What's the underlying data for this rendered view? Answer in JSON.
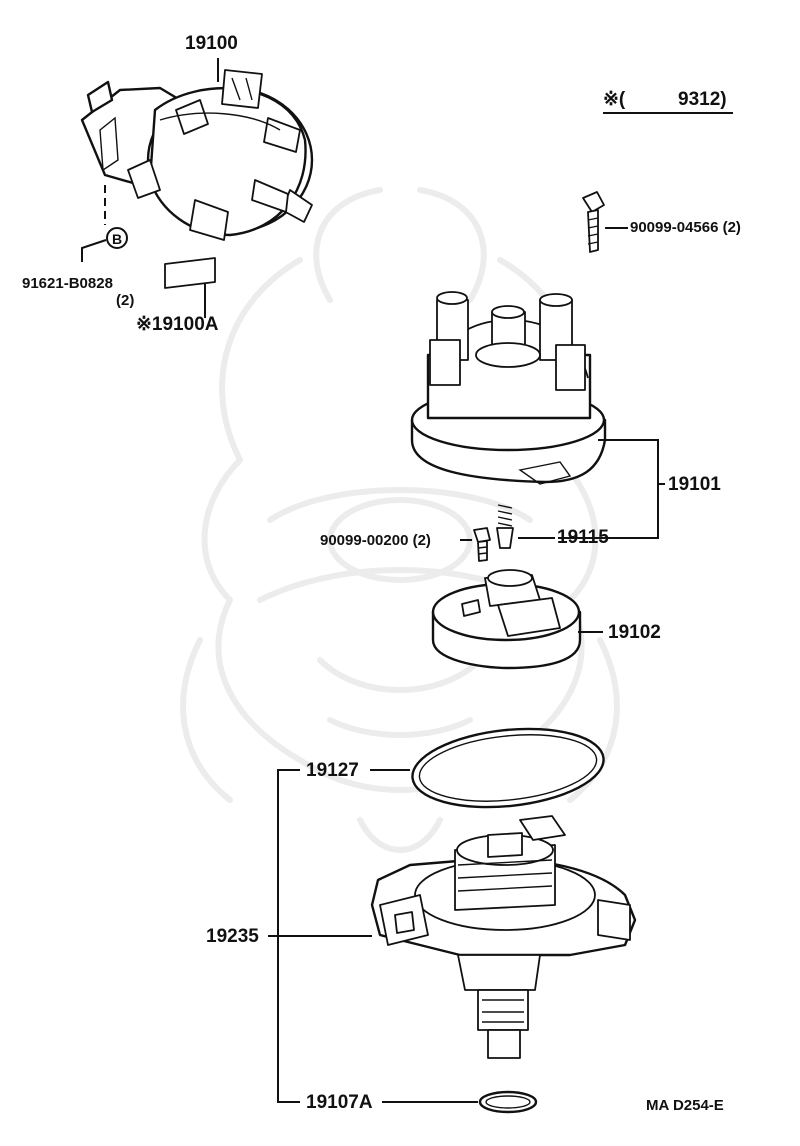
{
  "diagram": {
    "parts": {
      "p19100": "19100",
      "p91621": "91621-B0828",
      "p91621_qty": "(2)",
      "p19100A": "※19100A",
      "circle_b": "B",
      "p90099_04566": "90099-04566 (2)",
      "p19101": "19101",
      "p90099_00200": "90099-00200 (2)",
      "p19115": "19115",
      "p19102": "19102",
      "p19127": "19127",
      "p19235": "19235",
      "p19107A": "19107A"
    },
    "date_note": {
      "mark": "※(",
      "code": "9312)"
    },
    "figure_code": "MA D254-E",
    "watermark": "samurai-helmet-watermark"
  }
}
